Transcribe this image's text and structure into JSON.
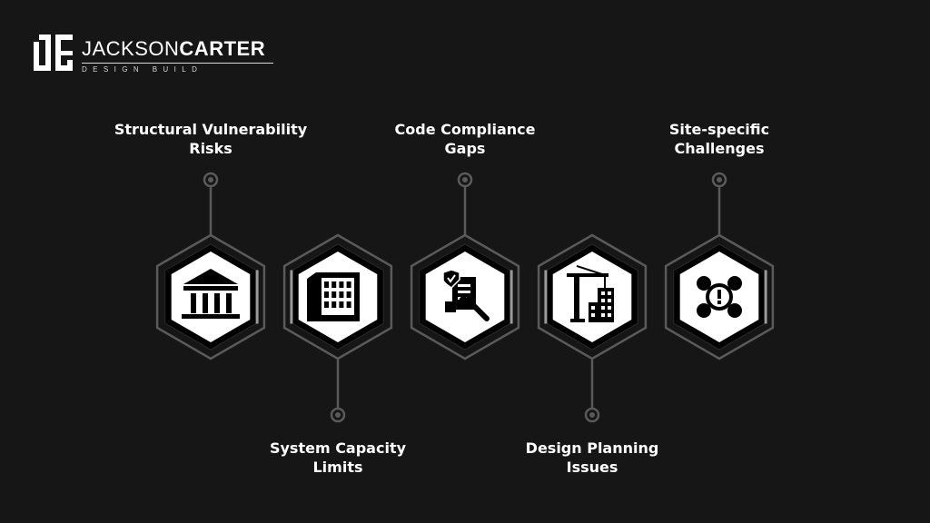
{
  "brand": {
    "name_light": "JACKSON",
    "name_bold": "CARTER",
    "tagline": "DESIGN  BUILD"
  },
  "colors": {
    "background": "#161616",
    "hexagon_fill": "#ffffff",
    "outline": "#5a5a5a",
    "text": "#ffffff"
  },
  "steps": [
    {
      "line1": "Structural Vulnerability",
      "line2": "Risks",
      "icon": "bank-building-icon",
      "label_position": "top"
    },
    {
      "line1": "System Capacity",
      "line2": "Limits",
      "icon": "electrical-panel-icon",
      "label_position": "bottom"
    },
    {
      "line1": "Code Compliance",
      "line2": "Gaps",
      "icon": "compliance-checklist-icon",
      "label_position": "top"
    },
    {
      "line1": "Design Planning",
      "line2": "Issues",
      "icon": "construction-crane-icon",
      "label_position": "bottom"
    },
    {
      "line1": "Site-specific",
      "line2": "Challenges",
      "icon": "warning-network-icon",
      "label_position": "top"
    }
  ]
}
